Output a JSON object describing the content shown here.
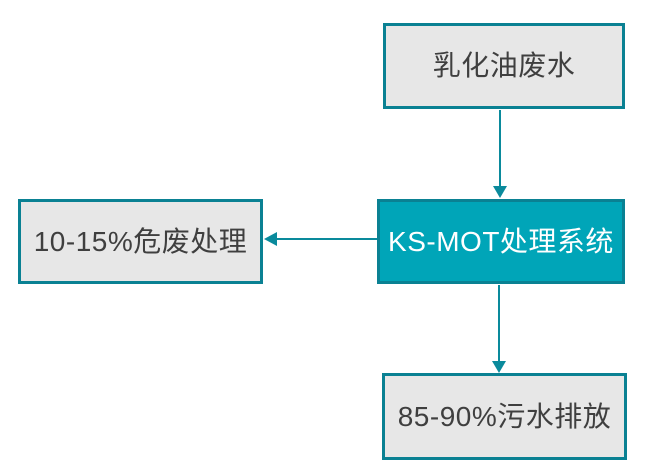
{
  "diagram": {
    "title": "KS-MOT emulsified oil wastewater treatment flow",
    "nodes": {
      "source": {
        "label": "乳化油废水"
      },
      "system": {
        "label": "KS-MOT处理系统"
      },
      "hazardous": {
        "label": "10-15%危废处理"
      },
      "discharge": {
        "label": "85-90%污水排放"
      }
    },
    "edges": [
      {
        "from": "source",
        "to": "system",
        "direction": "down"
      },
      {
        "from": "system",
        "to": "hazardous",
        "direction": "left"
      },
      {
        "from": "system",
        "to": "discharge",
        "direction": "down"
      }
    ]
  },
  "colors": {
    "accent": "#0a8193",
    "accent-fill": "#00a5b8",
    "arrow": "#0a8a9c",
    "box-fill": "#e7e7e7",
    "text": "#3f3f3f",
    "text-on-accent": "#ffffff",
    "background": "#ffffff"
  }
}
